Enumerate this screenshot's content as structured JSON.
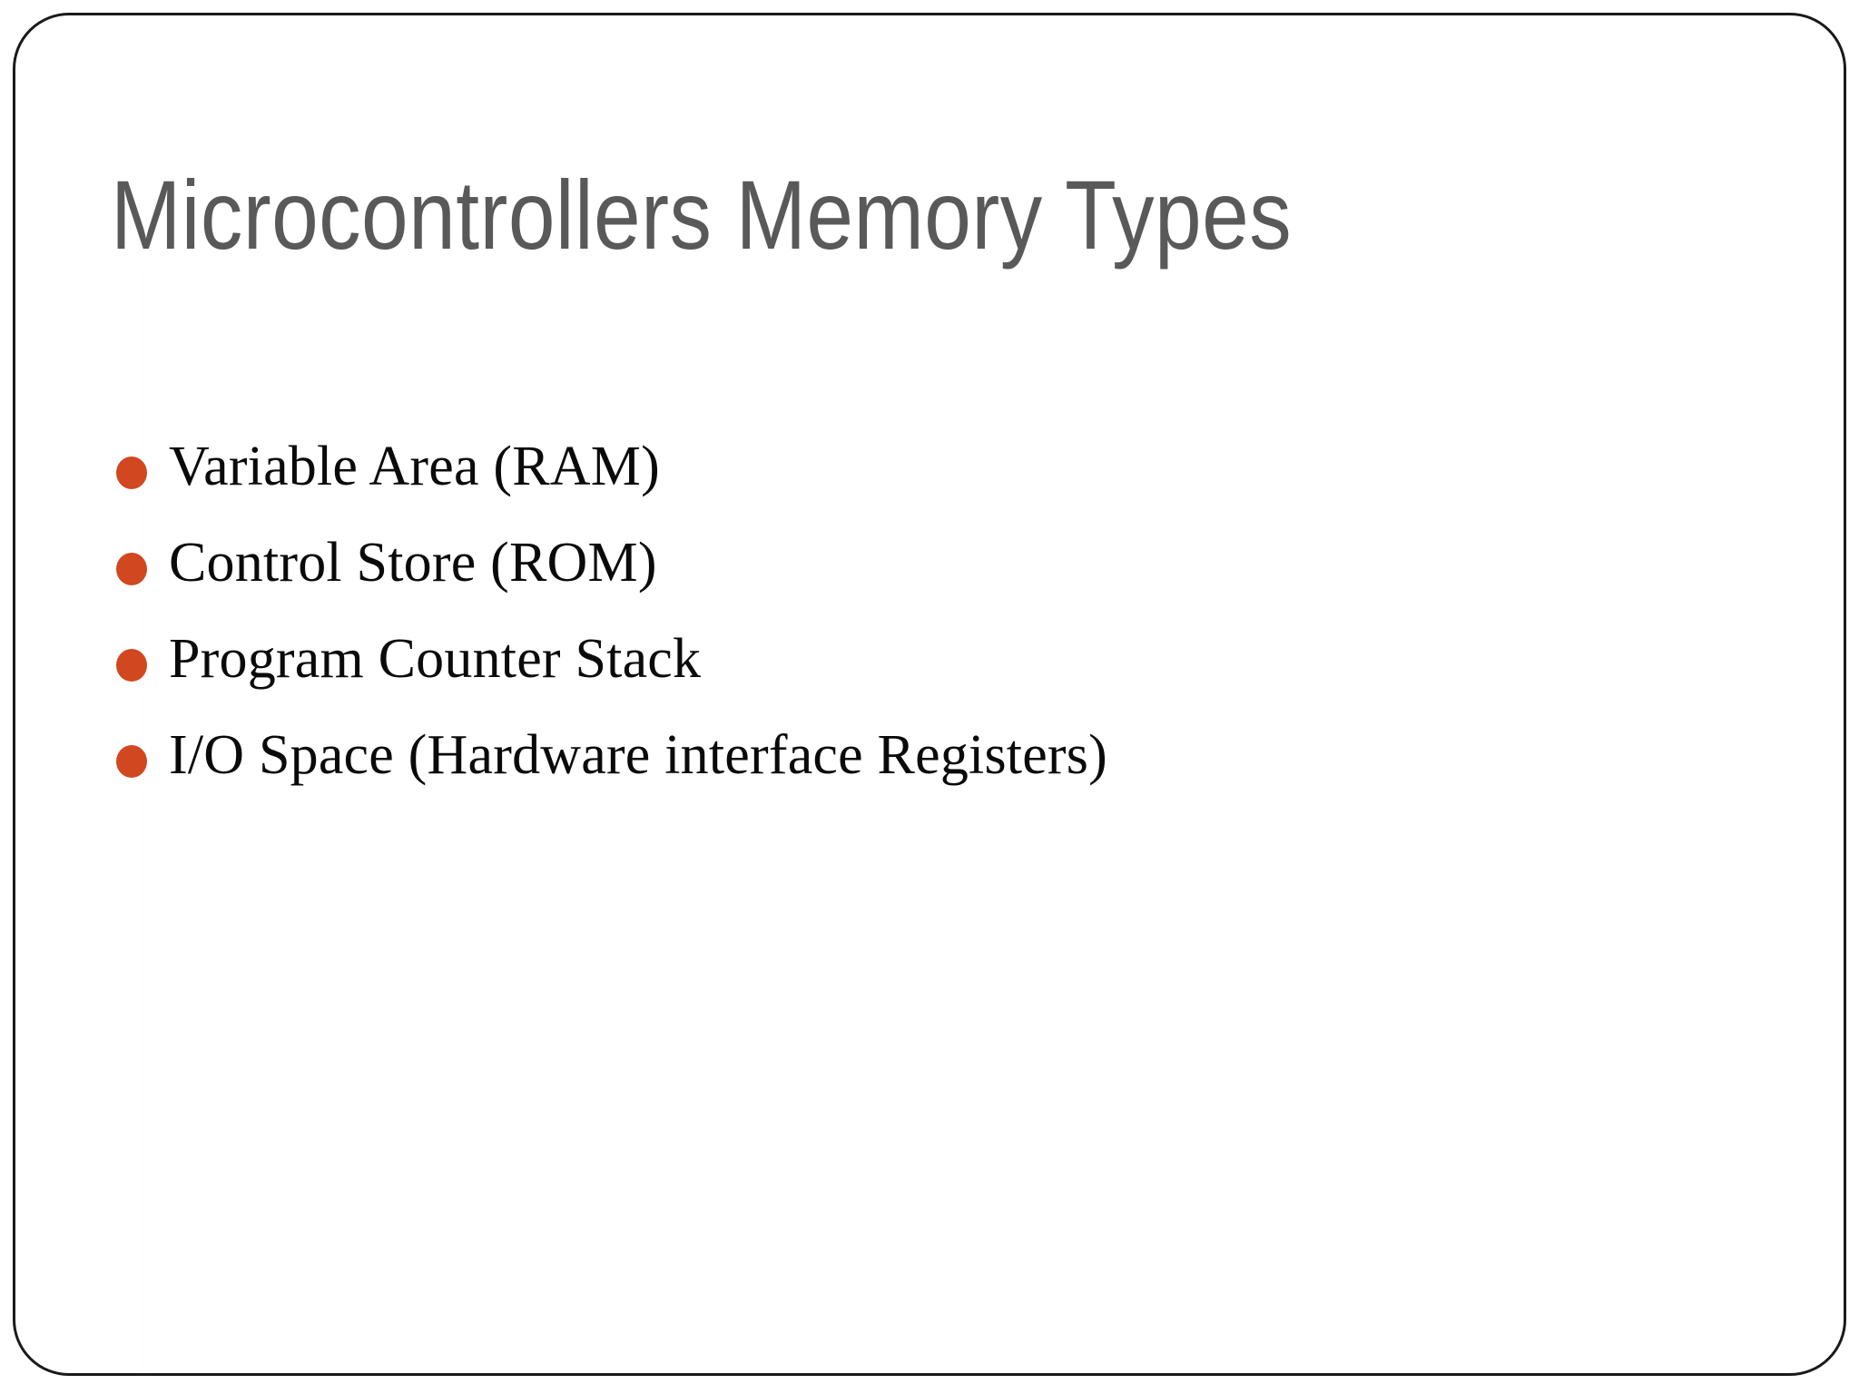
{
  "slide": {
    "title": "Microcontrollers Memory Types",
    "title_color": "#595959",
    "background_color": "#ffffff",
    "frame_border_color": "#1a1a1a",
    "bullet_marker_color": "#D1471F",
    "body_text_color": "#0a0a0a",
    "bullets": [
      {
        "label": "Variable Area (RAM)",
        "marker": "filled-circle-bullet"
      },
      {
        "label": "Control Store (ROM)",
        "marker": "filled-circle-bullet"
      },
      {
        "label": "Program Counter Stack",
        "marker": "filled-circle-bullet"
      },
      {
        "label": "I/O Space (Hardware interface Registers)",
        "marker": "filled-circle-bullet"
      }
    ]
  }
}
